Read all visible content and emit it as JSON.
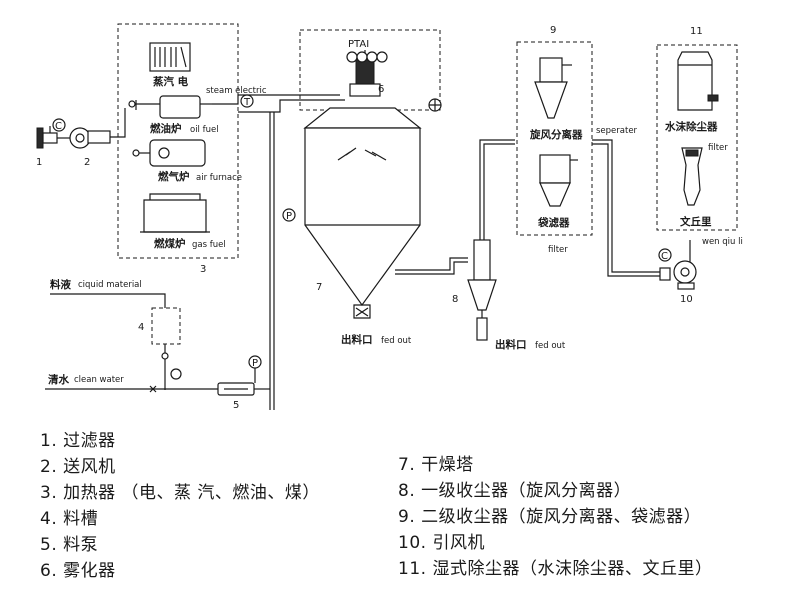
{
  "labels": {
    "steam_electric_cn": "蒸汽  电",
    "steam_electric_en": "steam electric",
    "oil_cn": "燃油炉",
    "oil_en": "oil fuel",
    "air_cn": "燃气炉",
    "air_en": "air furnace",
    "gas_cn": "燃煤炉",
    "gas_en": "gas fuel",
    "liquid_cn": "料液",
    "liquid_en": "ciquid material",
    "water_cn": "清水",
    "water_en": "clean water",
    "fedout1_cn": "出料口",
    "fedout1_en": "fed out",
    "fedout2_cn": "出料口",
    "fedout2_en": "fed out",
    "cyclone_cn": "旋风分离器",
    "separator_en": "seperater",
    "bag_cn": "袋滤器",
    "bag_en": "filter",
    "foam_cn": "水沫除尘器",
    "foam_en": "filter",
    "venturi_cn": "文丘里",
    "venturi_en": "wen qiu li",
    "ptai": "PTAI",
    "gauge_t": "T",
    "gauge_p": "P",
    "fan_c": "C"
  },
  "numbers": [
    "1",
    "2",
    "3",
    "4",
    "5",
    "6",
    "7",
    "8",
    "9",
    "10",
    "11"
  ],
  "legend": [
    "1. 过滤器",
    "2. 送风机",
    "3. 加热器 （电、蒸 汽、燃油、煤）",
    "4. 料槽",
    "5. 料泵",
    "6. 雾化器",
    "7. 干燥塔",
    "8. 一级收尘器（旋风分离器）",
    "9. 二级收尘器（旋风分离器、袋滤器）",
    "10. 引风机",
    "11. 湿式除尘器（水沫除尘器、文丘里）"
  ]
}
